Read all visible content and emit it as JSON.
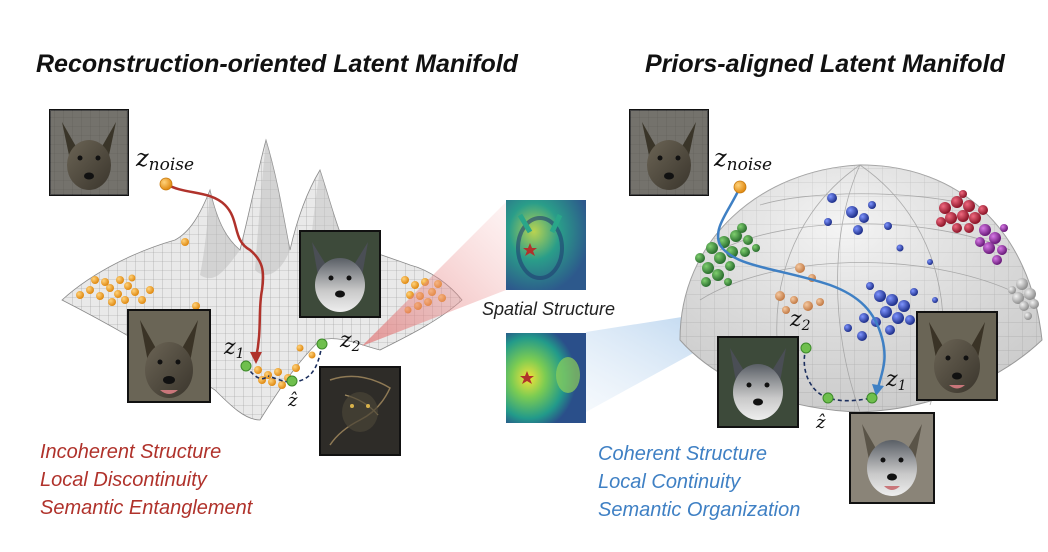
{
  "left_title": "Reconstruction-oriented Latent Manifold",
  "right_title": "Priors-aligned Latent Manifold",
  "spatial_label": "Spatial Structure",
  "left_properties": [
    "Incoherent Structure",
    "Local Discontinuity",
    "Semantic Entanglement"
  ],
  "right_properties": [
    "Coherent Structure",
    "Local Continuity",
    "Semantic Organization"
  ],
  "math_labels": {
    "z_main": "z",
    "noise_sub": "noise",
    "sub_1": "1",
    "sub_2": "2",
    "zhat": "ẑ"
  },
  "colors": {
    "left_accent": "#b0322b",
    "right_accent": "#3f80c4",
    "orange_cluster": "#f0a32a",
    "green_cluster": "#3a8c3f",
    "blue_cluster": "#2f4fb5",
    "red_cluster": "#b8203a",
    "purple_cluster": "#9a2fa8",
    "gray_cluster": "#b8b8b8"
  }
}
